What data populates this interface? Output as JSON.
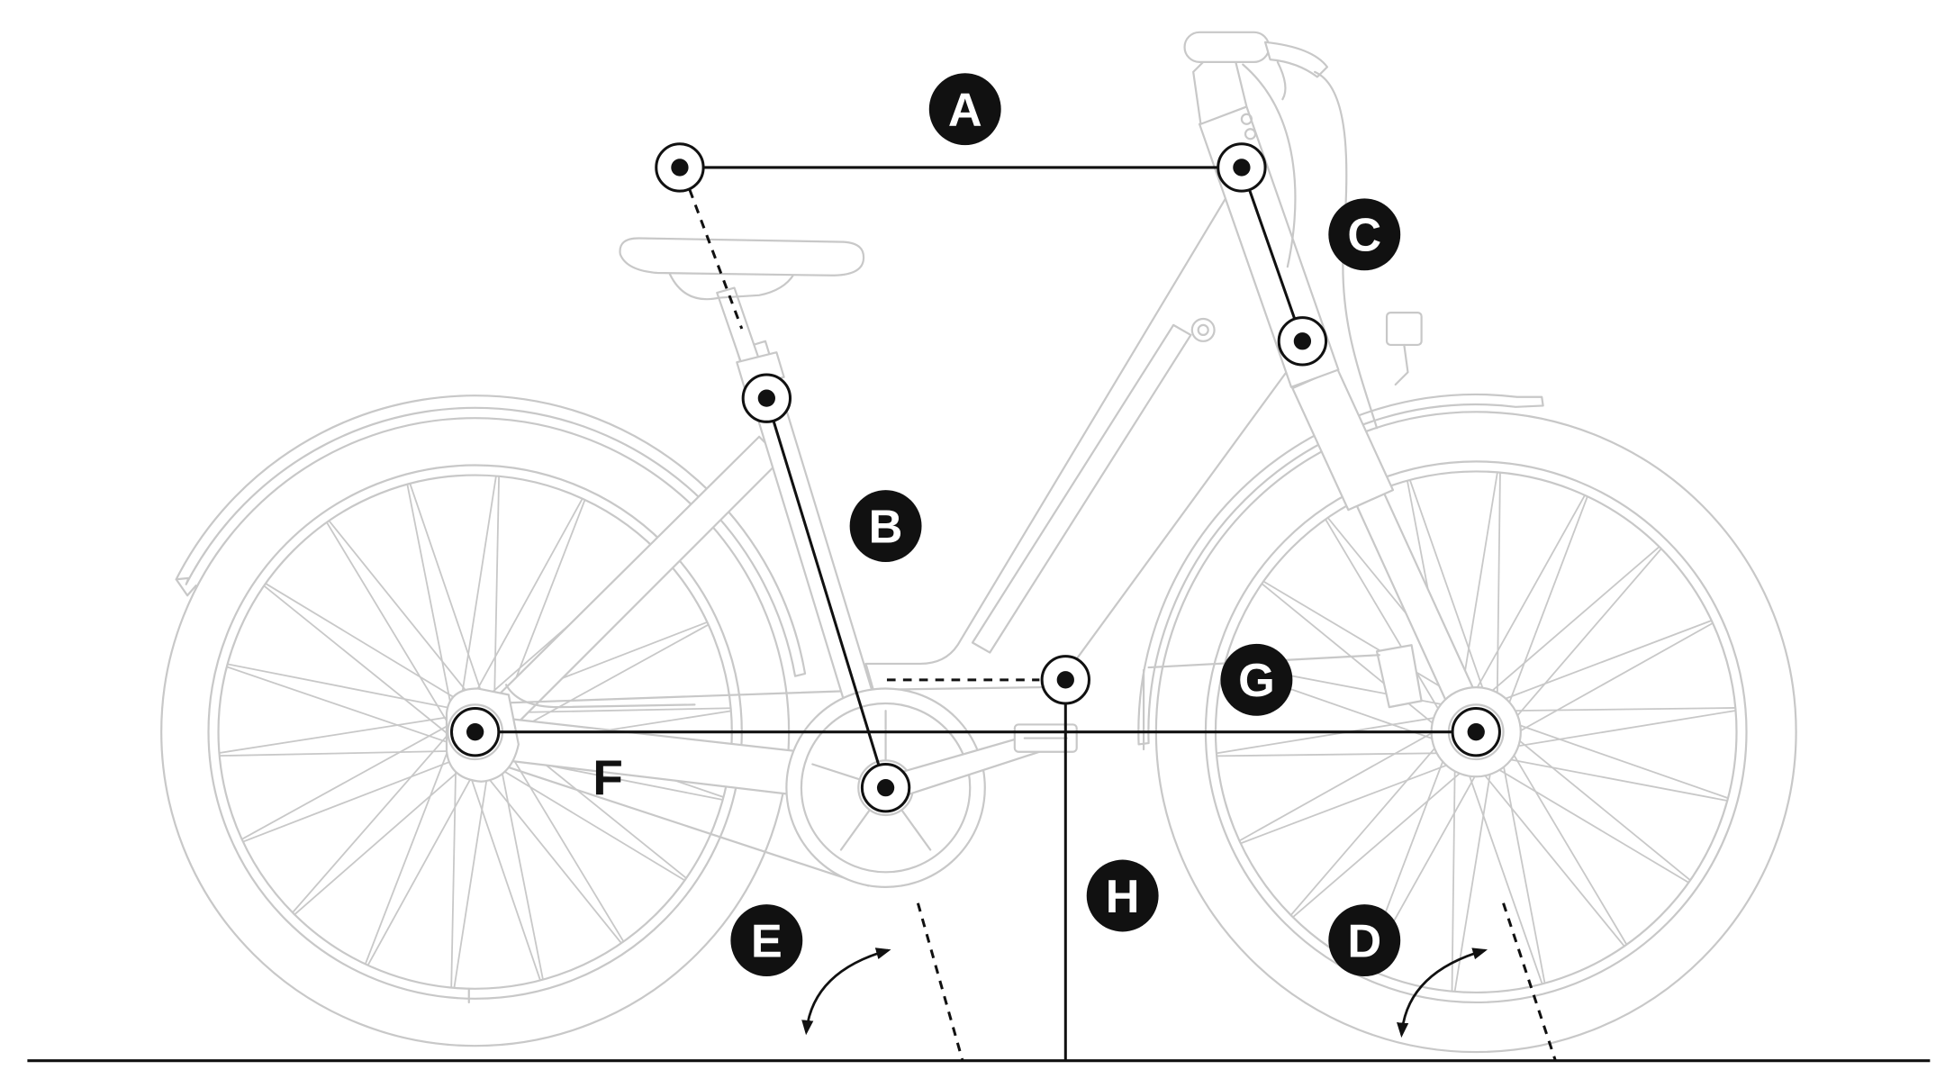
{
  "diagram": {
    "labels": {
      "a": "A",
      "b": "B",
      "c": "C",
      "d": "D",
      "e": "E",
      "f": "F",
      "g": "G",
      "h": "H"
    }
  },
  "colors": {
    "ink": "#111111",
    "bike_outline": "#c8c8c8",
    "background": "#ffffff"
  }
}
